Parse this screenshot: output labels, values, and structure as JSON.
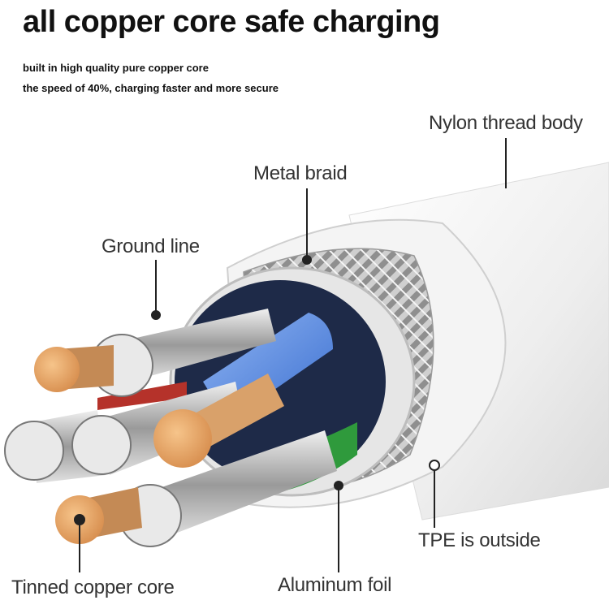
{
  "title": "all copper core safe charging",
  "subtitle_lines": [
    "built in high quality pure copper core",
    "the speed of 40%, charging faster and more secure"
  ],
  "labels": {
    "nylon": "Nylon thread body",
    "braid": "Metal braid",
    "ground": "Ground line",
    "tpe": "TPE is outside",
    "foil": "Aluminum foil",
    "tinned": "Tinned copper core"
  },
  "colors": {
    "copper": "#e2a46a",
    "blue_core": "#5b8ee6",
    "green_core": "#2f9a3c",
    "tpe_white": "#f2f2f2",
    "braid": "#a8a8a8"
  }
}
